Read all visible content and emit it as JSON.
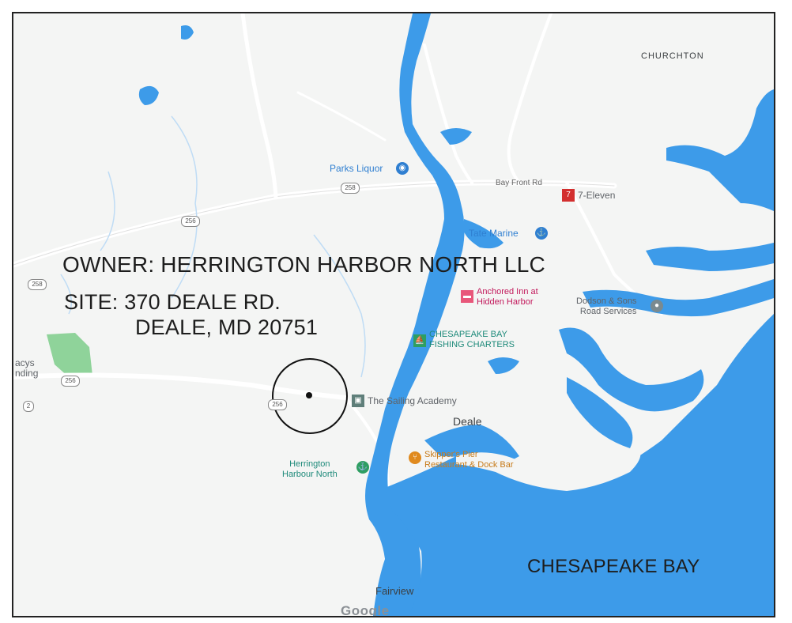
{
  "annotations": {
    "owner": "OWNER: HERRINGTON HARBOR NORTH LLC",
    "site_line1": "SITE: 370 DEALE RD.",
    "site_line2": "DEALE, MD 20751",
    "water_body": "CHESAPEAKE BAY"
  },
  "places": {
    "churchton": "CHURCHTON",
    "parks_liquor": "Parks Liquor",
    "seven_eleven": "7-Eleven",
    "marine": "Tate Marine",
    "anchored_inn_1": "Anchored Inn at",
    "anchored_inn_2": "Hidden Harbor",
    "dodson_1": "Dodson & Sons",
    "dodson_2": "Road Services",
    "chesapeake_fishing_1": "CHESAPEAKE BAY",
    "chesapeake_fishing_2": "FISHING CHARTERS",
    "sailing_academy": "The Sailing Academy",
    "deale": "Deale",
    "skippers_1": "Skipper's Pier",
    "skippers_2": "Restaurant & Dock Bar",
    "herrington_1": "Herrington",
    "herrington_2": "Harbour North",
    "fairview": "Fairview",
    "tracys_1": "acys",
    "tracys_2": "nding"
  },
  "roads": {
    "bay_front": "Bay Front Rd",
    "r258a": "258",
    "r258b": "258",
    "r256a": "256",
    "r256b": "256",
    "r256c": "256",
    "r2": "2"
  },
  "attribution": "Google",
  "colors": {
    "water": "#3d9be9",
    "land": "#f4f5f4",
    "park": "#8fd39a",
    "road": "#ffffff"
  },
  "icons": {
    "site_marker": "circle-target",
    "seven_eleven": "7"
  }
}
